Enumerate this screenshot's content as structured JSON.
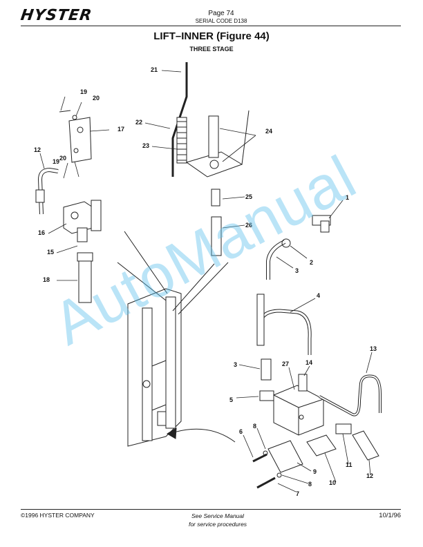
{
  "header": {
    "brand": "HYSTER",
    "page": "Page 74",
    "serial": "SERIAL CODE D138"
  },
  "title": "LIFT–INNER   (Figure 44)",
  "subtitle": "THREE STAGE",
  "callouts": [
    "1",
    "2",
    "3",
    "3",
    "4",
    "5",
    "6",
    "7",
    "8",
    "8",
    "9",
    "10",
    "11",
    "12",
    "12",
    "13",
    "14",
    "15",
    "16",
    "17",
    "18",
    "19",
    "19",
    "20",
    "20",
    "21",
    "22",
    "23",
    "24",
    "25",
    "26",
    "27"
  ],
  "watermark": "AutoManual",
  "footer": {
    "copyright": "©1996 HYSTER COMPANY",
    "note_line1": "See Service Manual",
    "note_line2": "for service procedures",
    "date": "10/1/96"
  }
}
